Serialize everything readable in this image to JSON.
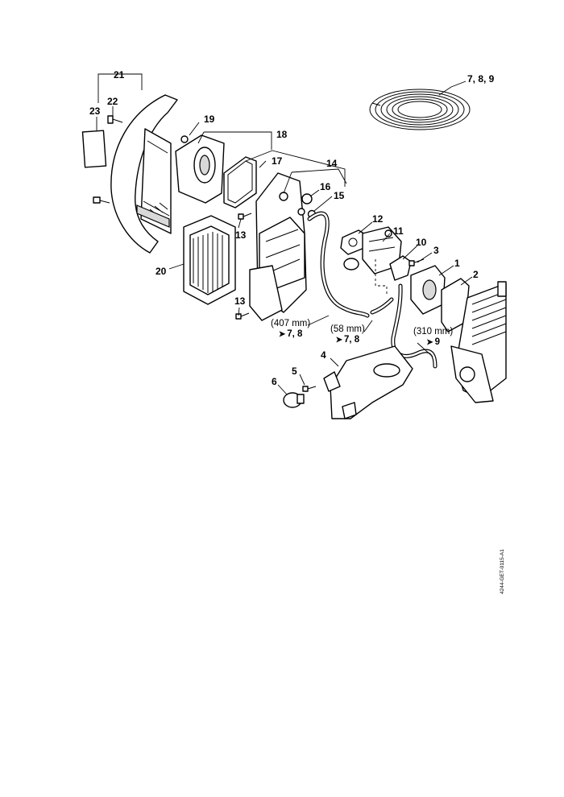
{
  "callouts": {
    "p21": "21",
    "p22": "22",
    "p23": "23",
    "p19": "19",
    "p18": "18",
    "p17": "17",
    "p14": "14",
    "p16": "16",
    "p15": "15",
    "p13a": "13",
    "p13b": "13",
    "p20": "20",
    "p12": "12",
    "p11": "11",
    "p10": "10",
    "p3": "3",
    "p1": "1",
    "p2": "2",
    "p4": "4",
    "p5": "5",
    "p6": "6",
    "p789": "7, 8, 9"
  },
  "notes": {
    "hose_407": {
      "length": "(407 mm)",
      "ref": "7, 8"
    },
    "hose_58": {
      "length": "(58 mm)",
      "ref": "7, 8"
    },
    "hose_310": {
      "length": "(310 mm)",
      "ref": "9"
    }
  },
  "document_id": "4244-GET-0115-A1",
  "icons": {
    "ref_arrow": "right-arrow-icon"
  }
}
